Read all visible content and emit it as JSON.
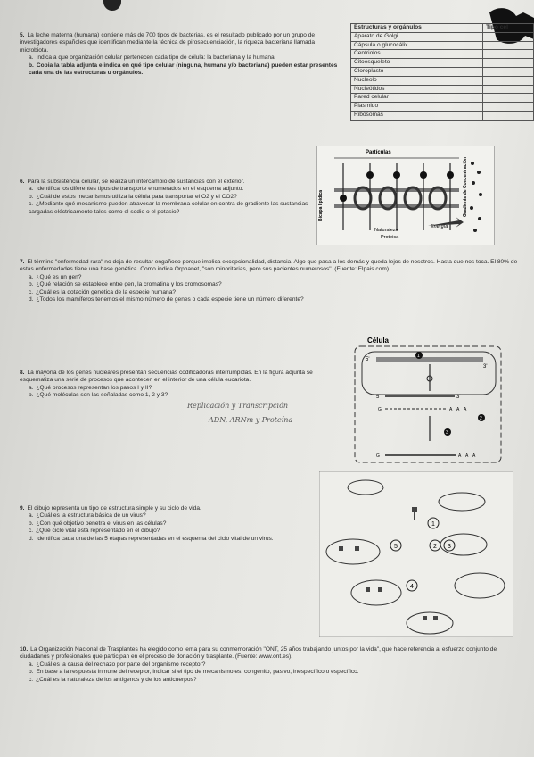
{
  "q5": {
    "num": "5.",
    "intro": "La leche materna (humana) contiene más de 700 tipos de bacterias, es el resultado publicado por un grupo de investigadores españoles que identifican mediante la técnica de pirosecuenciación, la riqueza bacteriana llamada microbiota.",
    "a": "a.",
    "a_text": "Indica a que organización celular pertenecen cada tipo de célula: la bacteriana y la humana.",
    "b": "b.",
    "b_text": "Copia la tabla adjunta e indica en qué tipo celular (ninguna, humana y/o bacteriana) pueden estar presentes cada una de las estructuras u orgánulos."
  },
  "table": {
    "h1": "Estructuras y orgánulos",
    "h2": "Tipo cel",
    "rows": [
      "Aparato de Golgi",
      "Cápsula o glucocálix",
      "Centriolos",
      "Citoesqueleto",
      "Cloroplasto",
      "Nucleolo",
      "Nucleótidos",
      "Pared celular",
      "Plasmido",
      "Ribosomas"
    ]
  },
  "q6": {
    "num": "6.",
    "intro": "Para la subsistencia celular, se realiza un intercambio de sustancias con el exterior.",
    "a": "a.",
    "a_text": "Identifica los diferentes tipos de transporte enumerados en el esquema adjunto.",
    "b": "b.",
    "b_text": "¿Cuál de estos mecanismos utiliza la célula para transportar el O2 y el CO2?",
    "c": "c.",
    "c_text": "¿Mediante qué mecanismo pueden atravesar la membrana celular en contra de gradiente las sustancias cargadas eléctricamente tales como el sodio o el potasio?"
  },
  "diagram6": {
    "particles": "Partículas",
    "bicapa": "Bicapa lipídica",
    "gradient": "Gradiente de Concentración",
    "energia": "Energía",
    "naturaleza": "Naturaleza",
    "proteica": "Proteica"
  },
  "q7": {
    "num": "7.",
    "intro": "El término \"enfermedad rara\" no deja de resultar engañoso porque implica excepcionalidad, distancia. Algo que pasa a los demás y queda lejos de nosotros. Hasta que nos toca. El 80% de estas enfermedades tiene una base genética. Como indica Orphanet, \"son minoritarias, pero sus pacientes numerosos\". (Fuente: Elpais.com)",
    "a": "a.",
    "a_text": "¿Qué es un gen?",
    "b": "b.",
    "b_text": "¿Qué relación se establece entre gen, la cromatina y los cromosomas?",
    "c": "c.",
    "c_text": "¿Cuál es la dotación genética de la especie humana?",
    "d": "d.",
    "d_text": "¿Todos los mamíferos tenemos el mismo número de genes o cada especie tiene un número diferente?"
  },
  "q8": {
    "num": "8.",
    "intro": "La mayoría de los genes nucleares presentan secuencias codificadoras interrumpidas. En la figura adjunta se esquematiza una serie de procesos que acontecen en el interior de una célula eucariota.",
    "a": "a.",
    "a_text": "¿Qué procesos representan los pasos I y II?",
    "a_hand": "Replicación y Transcripción",
    "b": "b.",
    "b_text": "¿Qué moléculas son las señaladas como 1, 2 y 3?",
    "b_hand": "ADN, ARNm y Proteína"
  },
  "diagram8": {
    "celula": "Célula",
    "p5": "5'",
    "p3": "3'",
    "label1": "1",
    "label2": "2",
    "label3": "3",
    "cap": "G",
    "poly": "A"
  },
  "q9": {
    "num": "9.",
    "intro": "El dibujo representa un tipo de estructura simple y su ciclo de vida.",
    "a": "a.",
    "a_text": "¿Cuál es la estructura básica de un virus?",
    "b": "b.",
    "b_text": "¿Con qué objetivo penetra el virus en las células?",
    "c": "c.",
    "c_text": "¿Qué ciclo vital está representado en el dibujo?",
    "d": "d.",
    "d_text": "Identifica cada una de las 5 etapas representadas en el esquema del ciclo vital de un virus.",
    "steps": [
      "1",
      "2",
      "3",
      "4",
      "5"
    ]
  },
  "q10": {
    "num": "10.",
    "intro": "La Organización Nacional de Trasplantes ha elegido como lema para su conmemoración \"ONT, 25 años trabajando juntos por la vida\", que hace referencia al esfuerzo conjunto de ciudadanos y profesionales que participan en el proceso de donación y trasplante. (Fuente: www.ont.es).",
    "a": "a.",
    "a_text": "¿Cuál es la causa del rechazo por parte del organismo receptor?",
    "b": "b.",
    "b_text": "En base a la respuesta inmune del receptor, indicar si el tipo de mecanismo es: congénito, pasivo, inespecífico o específico.",
    "c": "c.",
    "c_text": "¿Cuál es la naturaleza de los antígenos y de los anticuerpos?"
  }
}
